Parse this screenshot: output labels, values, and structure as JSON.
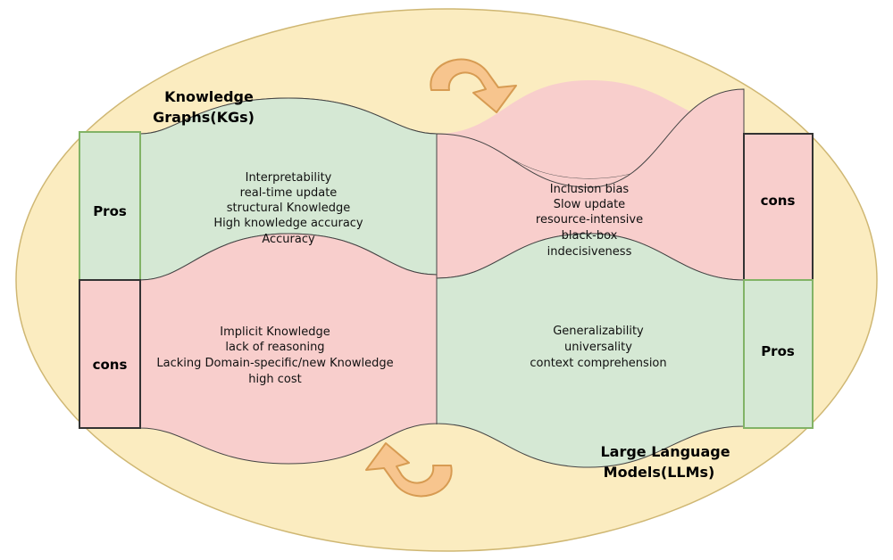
{
  "kg": {
    "title_line1": "Knowledge",
    "title_line2": "Graphs(KGs)",
    "pros_label": "Pros",
    "cons_label": "cons",
    "pros_items": [
      "Interpretability",
      "real-time update",
      "structural Knowledge",
      "High knowledge accuracy",
      "Accuracy"
    ],
    "cons_items": [
      "Implicit Knowledge",
      "lack of reasoning",
      "Lacking Domain-specific/new Knowledge",
      "high cost"
    ]
  },
  "llm": {
    "title_line1": "Large Language",
    "title_line2": "Models(LLMs)",
    "cons_label": "cons",
    "pros_label": "Pros",
    "cons_items": [
      "Inclusion bias",
      "Slow update",
      "resource-intensive",
      "black-box",
      "indecisiveness"
    ],
    "pros_items": [
      "Generalizability",
      "universality",
      "context comprehension"
    ]
  },
  "colors": {
    "background_ellipse": "#fbecc0",
    "ellipse_stroke": "#cfb773",
    "pros_fill": "#d5e8d4",
    "pros_stroke": "#82b366",
    "cons_fill": "#f8cecc",
    "cons_stroke": "#444444",
    "arrow_fill": "#f7c58e",
    "arrow_stroke": "#d79b52"
  },
  "icons": [
    "cycle-arrow-top-icon",
    "cycle-arrow-bottom-icon"
  ]
}
